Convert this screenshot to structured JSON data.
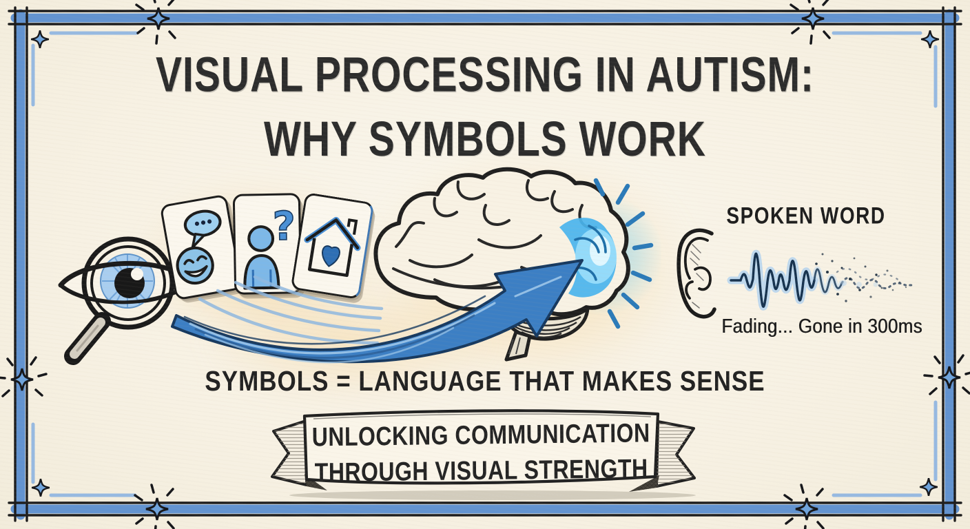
{
  "title": {
    "line1": "VISUAL PROCESSING IN AUTISM:",
    "line2": "WHY SYMBOLS WORK"
  },
  "visual_path": {
    "cards": [
      {
        "name": "smiley-with-speech-bubble"
      },
      {
        "name": "person-with-question-mark",
        "question_glyph": "?"
      },
      {
        "name": "house-with-heart"
      }
    ]
  },
  "spoken_word": {
    "heading": "SPOKEN WORD",
    "caption": "Fading... Gone in 300ms"
  },
  "tagline": "SYMBOLS = LANGUAGE THAT MAKES SENSE",
  "banner": {
    "line1": "UNLOCKING COMMUNICATION",
    "line2": "THROUGH VISUAL STRENGTH"
  },
  "icons": {
    "magnifier_eye": "eye-under-magnifying-glass",
    "symbol_cards": [
      "smiley-with-speech-bubble",
      "person-with-question-mark",
      "house-with-heart"
    ],
    "brain": "brain-with-glowing-visual-cortex",
    "arrow": "flow-arrow-to-visual-cortex",
    "ear": "ear",
    "sound_wave": "fading-sound-wave",
    "sparkle": "four-point-sparkle",
    "banner": "ribbon-banner"
  },
  "colors": {
    "paper": "#f7f2e5",
    "ink": "#1f1f1f",
    "border_blue": "#5b8fd0",
    "accent_light_blue": "#8cb4e2",
    "arrow_blue": "#3c7fc4",
    "glow_cyan": "#49b4ee",
    "soft_orange": "#f3d7a4",
    "card_blue": "#8cc3e8"
  }
}
